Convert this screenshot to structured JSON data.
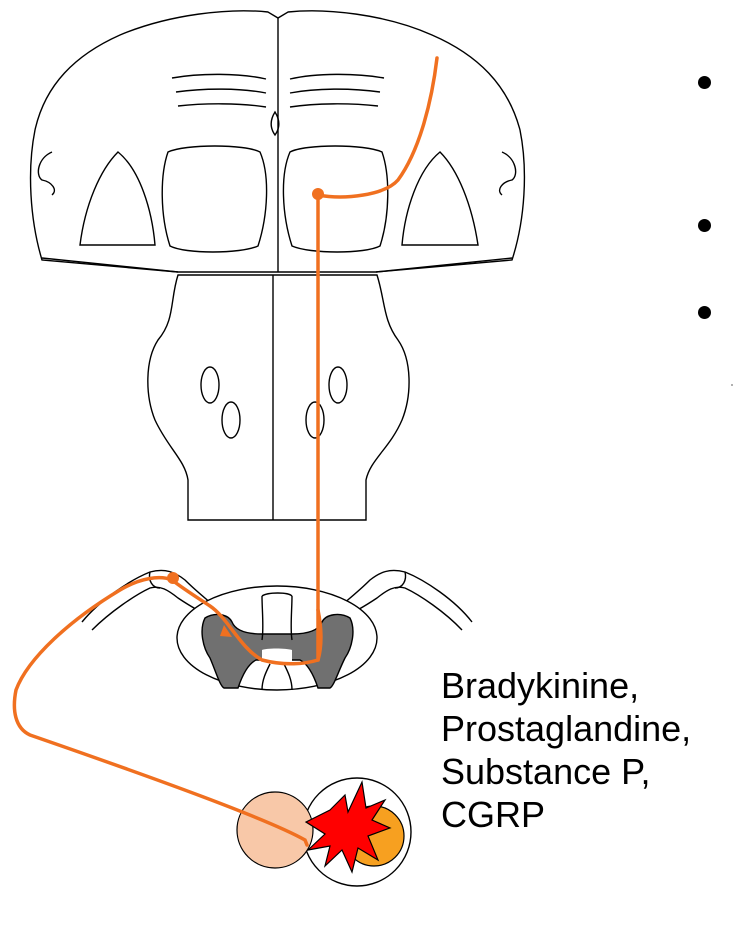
{
  "colors": {
    "pathway": "#f07020",
    "grey_matter": "#707070",
    "outline": "#000000",
    "nociceptor": "#f8c8a8",
    "injury_burst": "#ff0000",
    "inflamed_cell": "#f7a020"
  },
  "mediators": {
    "line1": "Bradykinine,",
    "line2": "Prostaglandine,",
    "line3": "Substance P,",
    "line4": "CGRP"
  },
  "bullets": [
    "",
    "",
    ""
  ]
}
